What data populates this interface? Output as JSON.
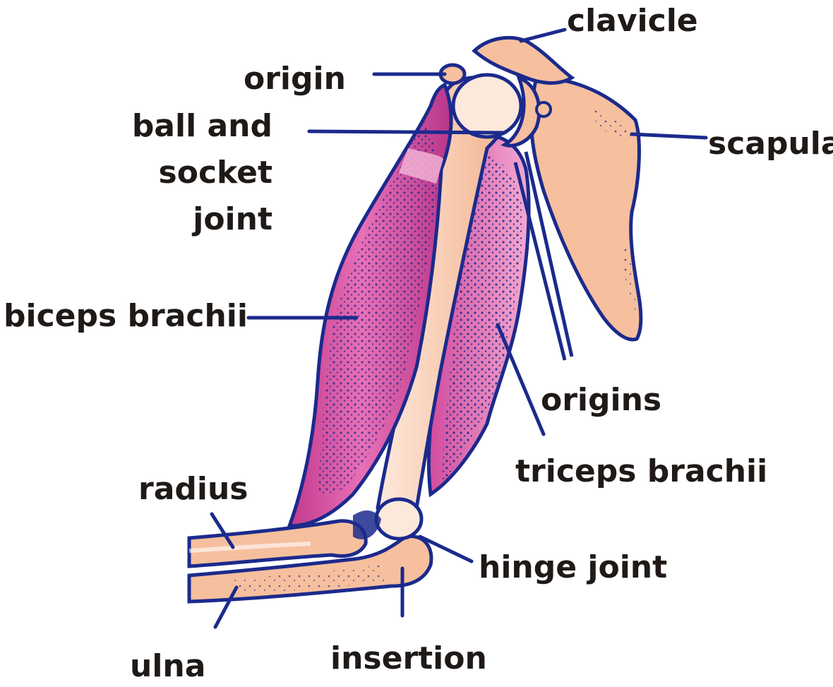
{
  "labels": {
    "clavicle": "clavicle",
    "origin": "origin",
    "ball_and_socket_joint": "ball and\nsocket joint",
    "scapula": "scapula",
    "biceps_brachii": "biceps brachii",
    "origins": "origins",
    "triceps_brachii": "triceps brachii",
    "radius": "radius",
    "hinge_joint": "hinge joint",
    "ulna": "ulna",
    "insertion": "insertion"
  },
  "colors": {
    "outline": "#1b2a8c",
    "bone": "#f6bf9e",
    "bone_highlight": "#fde8dc",
    "biceps": "#d9409a",
    "biceps_light": "#f2b0d4",
    "triceps": "#e58ac0",
    "text": "#1f1a17"
  }
}
